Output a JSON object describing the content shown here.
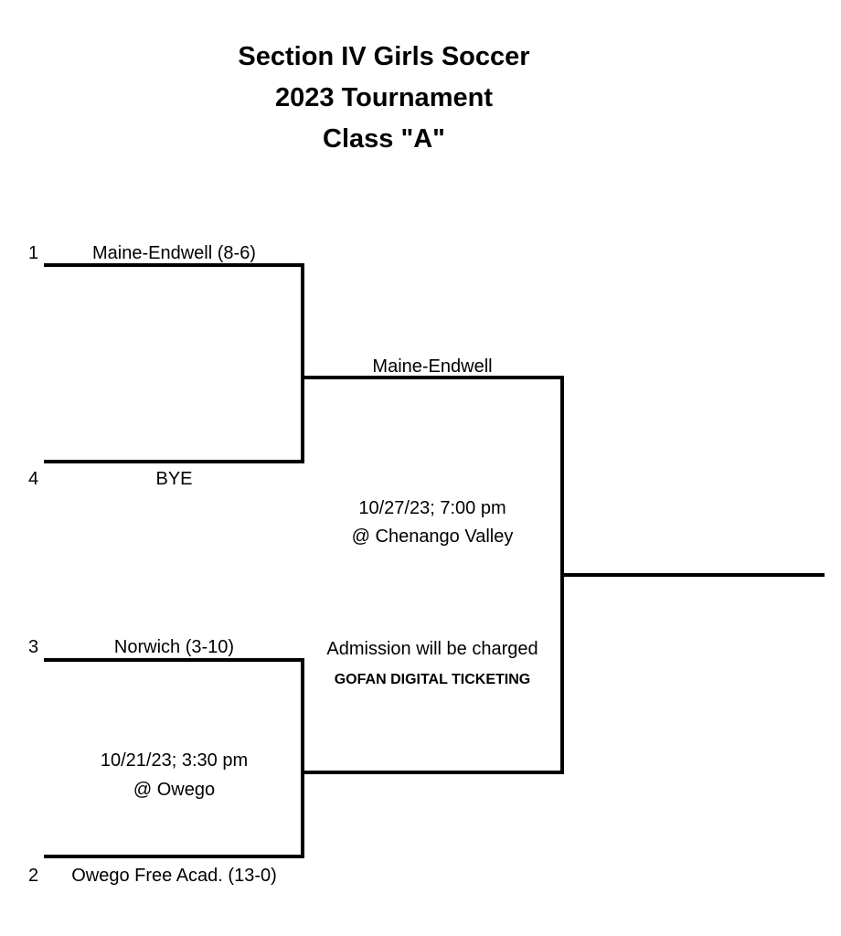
{
  "title": {
    "line1": "Section IV Girls Soccer",
    "line2": "2023 Tournament",
    "line3": "Class \"A\""
  },
  "bracket": {
    "semifinal_top": {
      "seed_a": "1",
      "team_a": "Maine-Endwell (8-6)",
      "seed_b": "4",
      "team_b": "BYE",
      "winner": "Maine-Endwell"
    },
    "final_game": {
      "datetime": "10/27/23; 7:00 pm",
      "location": "@ Chenango Valley"
    },
    "semifinal_bottom": {
      "seed_a": "3",
      "team_a": "Norwich (3-10)",
      "seed_b": "2",
      "team_b": "Owego Free Acad. (13-0)",
      "datetime": "10/21/23; 3:30 pm",
      "location": "@ Owego"
    },
    "notes": {
      "admission": "Admission will be charged",
      "ticketing": "GOFAN DIGITAL TICKETING"
    }
  },
  "colors": {
    "background": "#ffffff",
    "line": "#000000",
    "text": "#000000"
  }
}
